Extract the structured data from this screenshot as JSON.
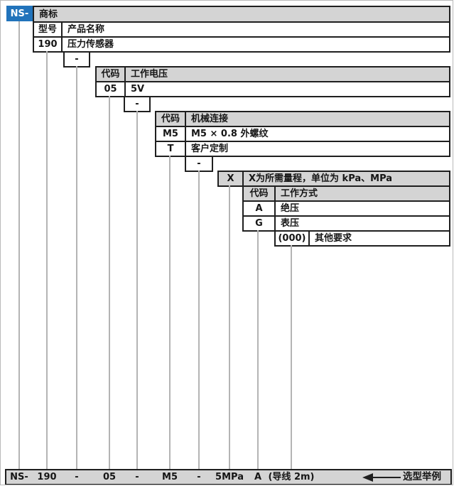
{
  "prefix": "NS-",
  "rows": {
    "brand": "商标",
    "model": {
      "h_code": "型号",
      "h_desc": "产品名称",
      "code": "190",
      "desc": "压力传感器"
    },
    "sep": "-",
    "voltage": {
      "h_code": "代码",
      "h_desc": "工作电压",
      "code": "05",
      "desc": "5V"
    },
    "mech": {
      "h_code": "代码",
      "h_desc": "机械连接",
      "items": [
        {
          "code": "M5",
          "desc": "M5 × 0.8 外螺纹"
        },
        {
          "code": "T",
          "desc": "客户定制"
        }
      ]
    },
    "range": {
      "code": "X",
      "desc": "X为所需量程，单位为 kPa、MPa"
    },
    "mode": {
      "h_code": "代码",
      "h_desc": "工作方式",
      "items": [
        {
          "code": "A",
          "desc": "绝压"
        },
        {
          "code": "G",
          "desc": "表压"
        }
      ]
    },
    "other": {
      "code": "(000)",
      "desc": "其他要求"
    }
  },
  "example": {
    "tokens": [
      "NS-",
      "190",
      "-",
      "05",
      "-",
      "M5",
      "-",
      "5MPa",
      "A",
      "(导线 2m)"
    ],
    "label": "选型举例"
  },
  "colors": {
    "accent_blue": "#2173bb",
    "header_gray": "#d4d4d4",
    "connector_gray": "#b4b4b4",
    "border_dark": "#1f1f1f"
  }
}
